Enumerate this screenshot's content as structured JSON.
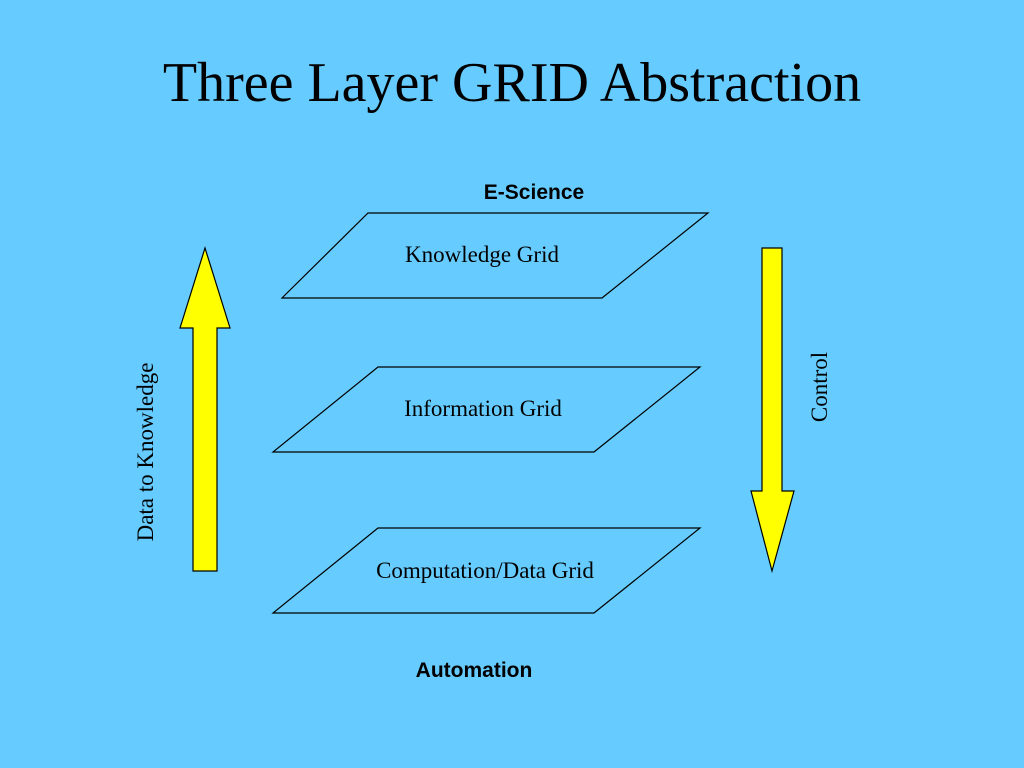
{
  "slide": {
    "title": "Three Layer GRID Abstraction",
    "background_color": "#66ccff"
  },
  "diagram": {
    "top_label": "E-Science",
    "bottom_label": "Automation",
    "layers": [
      {
        "label": "Knowledge Grid"
      },
      {
        "label": "Information Grid"
      },
      {
        "label": "Computation/Data Grid"
      }
    ],
    "left_arrow": {
      "label": "Data to Knowledge",
      "direction": "up",
      "color": "#ffff00"
    },
    "right_arrow": {
      "label": "Control",
      "direction": "down",
      "color": "#ffff00"
    }
  }
}
